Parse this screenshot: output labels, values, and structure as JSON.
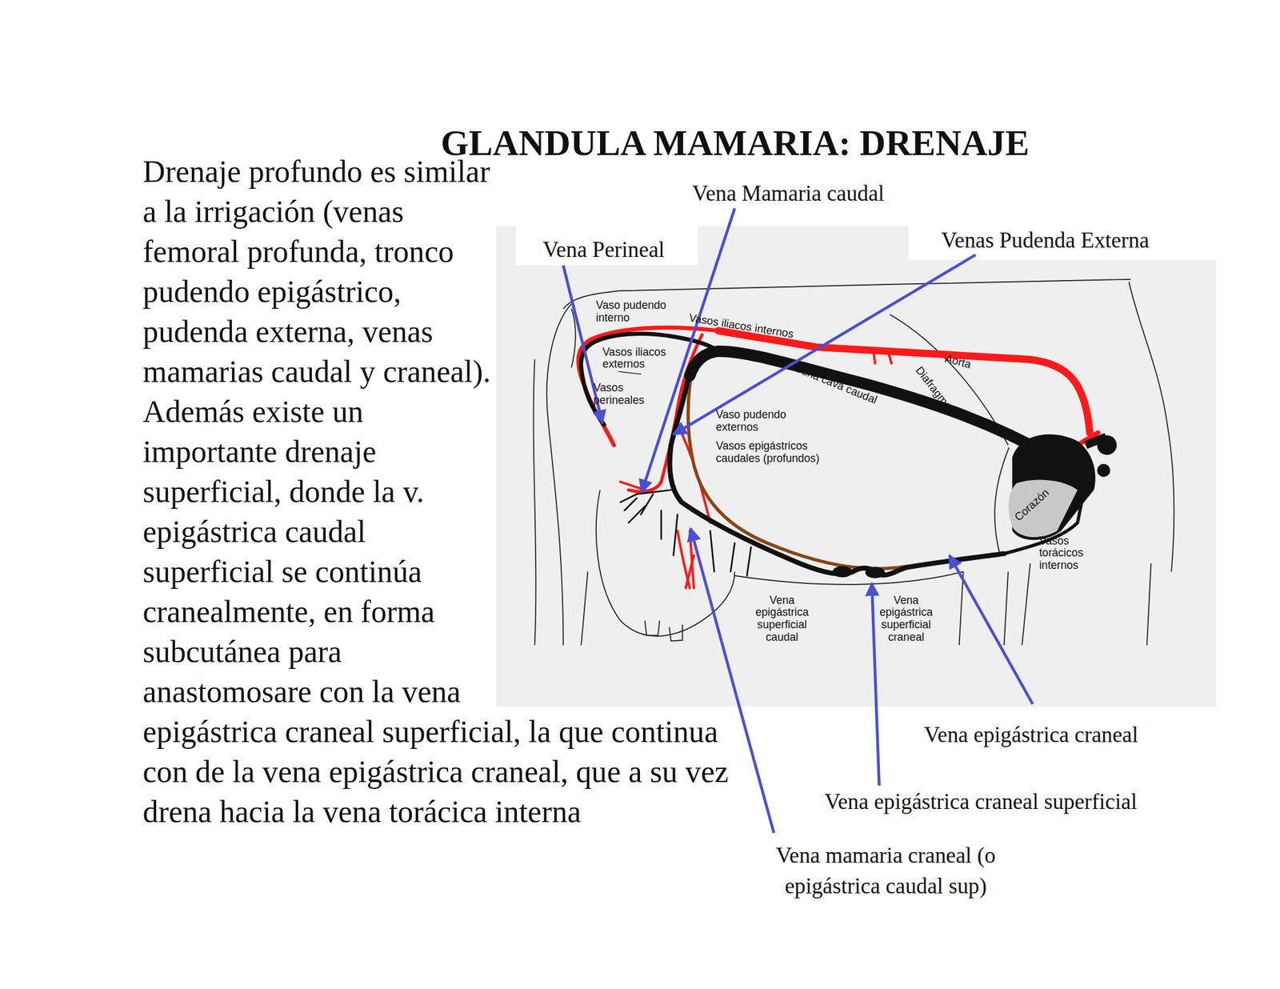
{
  "diagram": {
    "title": "GLANDULA MAMARIA: DRENAJE",
    "labels": [
      "Drenaje profundo es similar a la irrigación (venas femoral profunda, tronco pudendo epigástrico, pudenda externa, venas mamarias caudal y craneal). Además existe un importante drenaje superficial, donde la v. epigástrica caudal superficial se continúa cranealmente, en forma subcutánea para anastomosare con la vena epigástrica craneal superficial, la que continua con de la vena epigástrica craneal, que a su vez drena hacia la vena torácica interna",
      "Vena Mamaria caudal",
      "Vena Perineal",
      "Venas Pudenda Externa",
      "Vaso pudendo interno",
      "Vasos iliacos internos",
      "Vasos iliacos externos",
      "Vasos perineales",
      "Aorta",
      "Diafragma",
      "Vena cava caudal",
      "Vaso pudendo externos",
      "Vasos epigástricos caudales (profundos)",
      "Corazón",
      "Vasos torácicos internos",
      "Vena epigástrica superficial caudal",
      "Vena epigástrica superficial craneal",
      "Vena epigástrica craneal",
      "Vena epigástrica craneal superficial",
      "Vena mamaria craneal (o epigástrica caudal sup)"
    ]
  }
}
